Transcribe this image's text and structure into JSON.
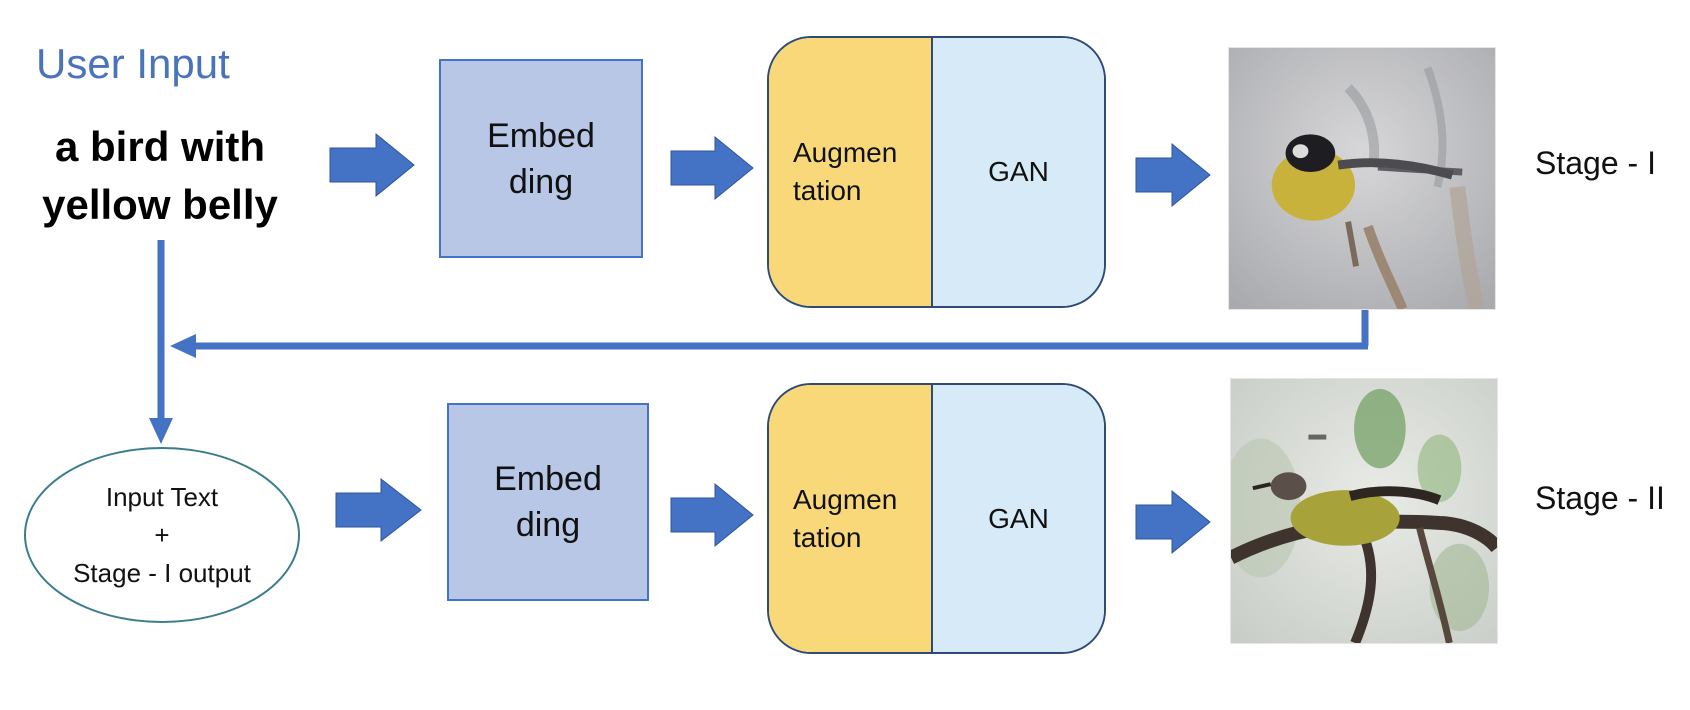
{
  "user_input": {
    "title": "User Input",
    "text_line1": "a bird with",
    "text_line2": "yellow belly"
  },
  "stage1": {
    "embedding_line1": "Embed",
    "embedding_line2": "ding",
    "augmentation_line1": "Augmen",
    "augmentation_line2": "tation",
    "gan_label": "GAN",
    "stage_label": "Stage - I"
  },
  "stage2": {
    "input_line1": "Input Text",
    "input_line2": "+",
    "input_line3": "Stage - I output",
    "embedding_line1": "Embed",
    "embedding_line2": "ding",
    "augmentation_line1": "Augmen",
    "augmentation_line2": "tation",
    "gan_label": "GAN",
    "stage_label": "Stage - II"
  },
  "colors": {
    "arrow": "#4472c4",
    "embedding_fill": "#b8c7e6",
    "augmentation_fill": "#f8d878",
    "gan_fill": "#d6ebf7",
    "title_blue": "#4a74b9"
  }
}
